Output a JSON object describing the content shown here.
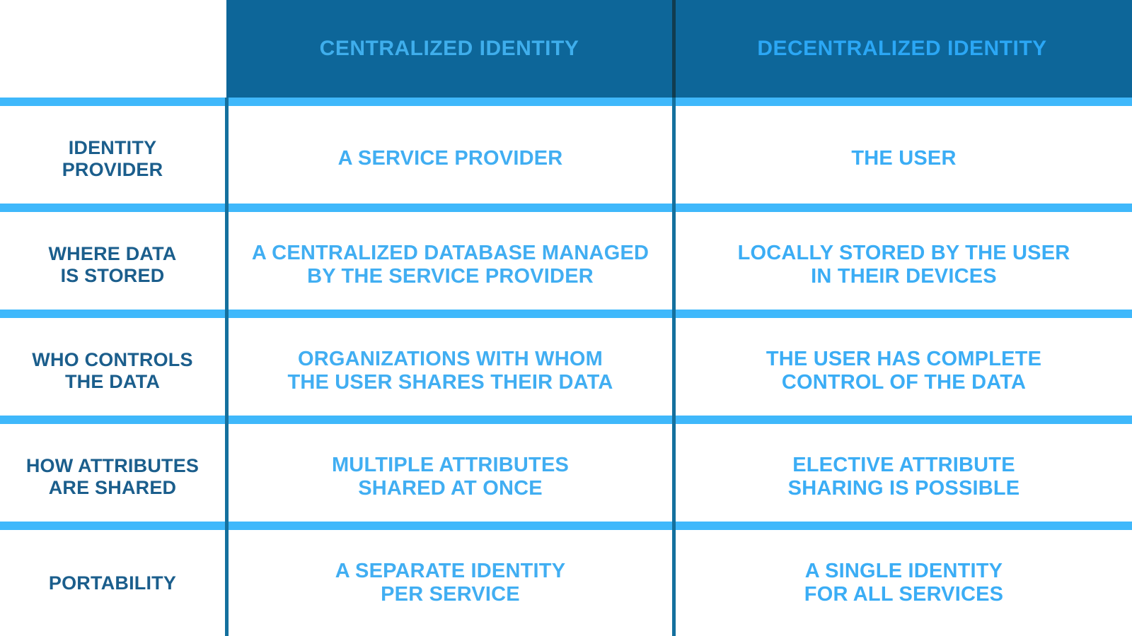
{
  "table": {
    "columns": [
      {
        "key": "attribute",
        "header": ""
      },
      {
        "key": "centralized",
        "header_line1": "CENTRALIZED",
        "header_line2": "IDENTITY"
      },
      {
        "key": "decentralized",
        "header_line1": "DECENTRALIZED",
        "header_line2": "IDENTITY"
      }
    ],
    "rows": [
      {
        "label_line1": "IDENTITY",
        "label_line2": "PROVIDER",
        "centralized_line1": "A SERVICE PROVIDER",
        "centralized_line2": "",
        "decentralized_line1": "THE USER",
        "decentralized_line2": ""
      },
      {
        "label_line1": "WHERE DATA",
        "label_line2": "IS STORED",
        "centralized_line1": "A CENTRALIZED DATABASE MANAGED",
        "centralized_line2": "BY THE SERVICE PROVIDER",
        "decentralized_line1": "LOCALLY STORED BY THE USER",
        "decentralized_line2": "IN THEIR DEVICES"
      },
      {
        "label_line1": "WHO CONTROLS",
        "label_line2": "THE DATA",
        "centralized_line1": "ORGANIZATIONS WITH WHOM",
        "centralized_line2": "THE USER SHARES THEIR DATA",
        "decentralized_line1": "THE USER HAS COMPLETE",
        "decentralized_line2": "CONTROL OF THE DATA"
      },
      {
        "label_line1": "HOW ATTRIBUTES",
        "label_line2": "ARE SHARED",
        "centralized_line1": "MULTIPLE ATTRIBUTES",
        "centralized_line2": "SHARED AT ONCE",
        "decentralized_line1": "ELECTIVE ATTRIBUTE",
        "decentralized_line2": "SHARING IS POSSIBLE"
      },
      {
        "label_line1": "PORTABILITY",
        "label_line2": "",
        "centralized_line1": "A SEPARATE IDENTITY",
        "centralized_line2": "PER SERVICE",
        "decentralized_line1": "A SINGLE IDENTITY",
        "decentralized_line2": "FOR ALL SERVICES"
      }
    ]
  },
  "colors": {
    "header_background": "#0D6699",
    "header_text_centralized": "#3FAEEC",
    "header_text_decentralized": "#2BA7F5",
    "separator_bar": "#3FB8FB",
    "row_label_text": "#1B5E8C",
    "cell_value_text": "#41AEF2",
    "divider_line": "#14709E",
    "page_background": "#FFFFFF"
  }
}
